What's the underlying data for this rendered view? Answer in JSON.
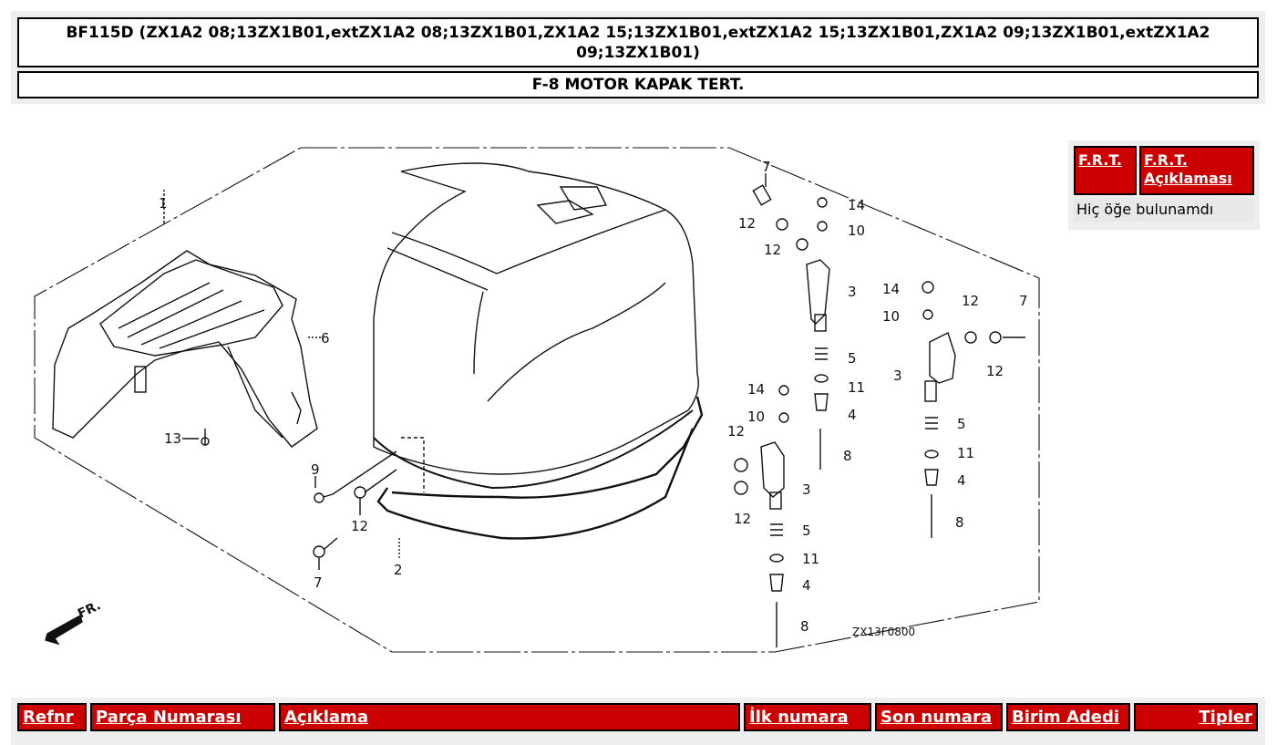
{
  "header": {
    "title": "BF115D (ZX1A2 08;13ZX1B01,extZX1A2 08;13ZX1B01,ZX1A2 15;13ZX1B01,extZX1A2 15;13ZX1B01,ZX1A2 09;13ZX1B01,extZX1A2 09;13ZX1B01)",
    "subtitle": "F-8 MOTOR KAPAK TERT."
  },
  "diagram": {
    "code": "ZX13F0800",
    "front_arrow_label": "FR.",
    "callouts": [
      "1",
      "2",
      "3",
      "3",
      "3",
      "4",
      "4",
      "4",
      "5",
      "5",
      "5",
      "6",
      "7",
      "7",
      "7",
      "8",
      "8",
      "8",
      "9",
      "10",
      "10",
      "10",
      "11",
      "11",
      "11",
      "12",
      "12",
      "12",
      "12",
      "12",
      "12",
      "12",
      "13",
      "14",
      "14",
      "14"
    ]
  },
  "frt_table": {
    "columns": [
      "F.R.T.",
      "F.R.T. Açıklaması"
    ],
    "empty_message": "Hiç öğe bulunamdı"
  },
  "parts_table": {
    "columns": [
      "Refnr",
      "Parça Numarası",
      "Açıklama",
      "İlk numara",
      "Son numara",
      "Birim Adedi",
      "Tipler"
    ]
  },
  "colors": {
    "header_red": "#cc0000",
    "panel_gray": "#eeeeee",
    "border": "#000000"
  }
}
